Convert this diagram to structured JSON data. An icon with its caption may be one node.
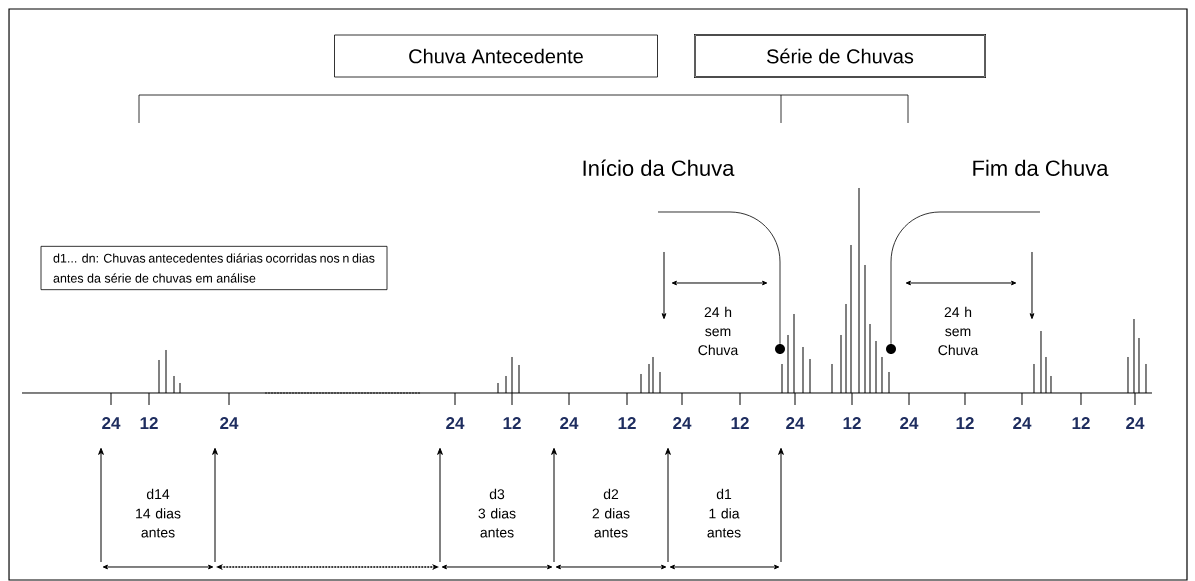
{
  "diagram": {
    "nodes": [
      {
        "text": [
          "Chuva Antecedente"
        ]
      },
      {
        "text": [
          "Série de Chuvas"
        ]
      },
      {
        "text": [
          "d1... dn: Chuvas antecedentes diárias ocorridas nos n dias antes da série de chuvas em análise"
        ]
      },
      {
        "text": [
          "Início da Chuva"
        ]
      },
      {
        "text": [],
        "shape": "circle"
      },
      {
        "text": [
          "Fim da Chuva"
        ]
      },
      {
        "text": [],
        "shape": "circle"
      }
    ],
    "edges": [
      {
        "from": 3,
        "to": 4,
        "arrow": "none"
      },
      {
        "from": 5,
        "to": 6,
        "arrow": "none"
      }
    ],
    "labels": [
      "24 h sem Chuva",
      "24 h sem Chuva",
      "24",
      "12",
      "24",
      "24",
      "12",
      "24",
      "12",
      "24",
      "12",
      "24",
      "12",
      "24",
      "12",
      "24",
      "12",
      "24",
      "d14",
      "14 dias antes",
      "d3",
      "3 dias antes",
      "d2",
      "2 dias antes",
      "d1",
      "1 dia antes"
    ]
  }
}
